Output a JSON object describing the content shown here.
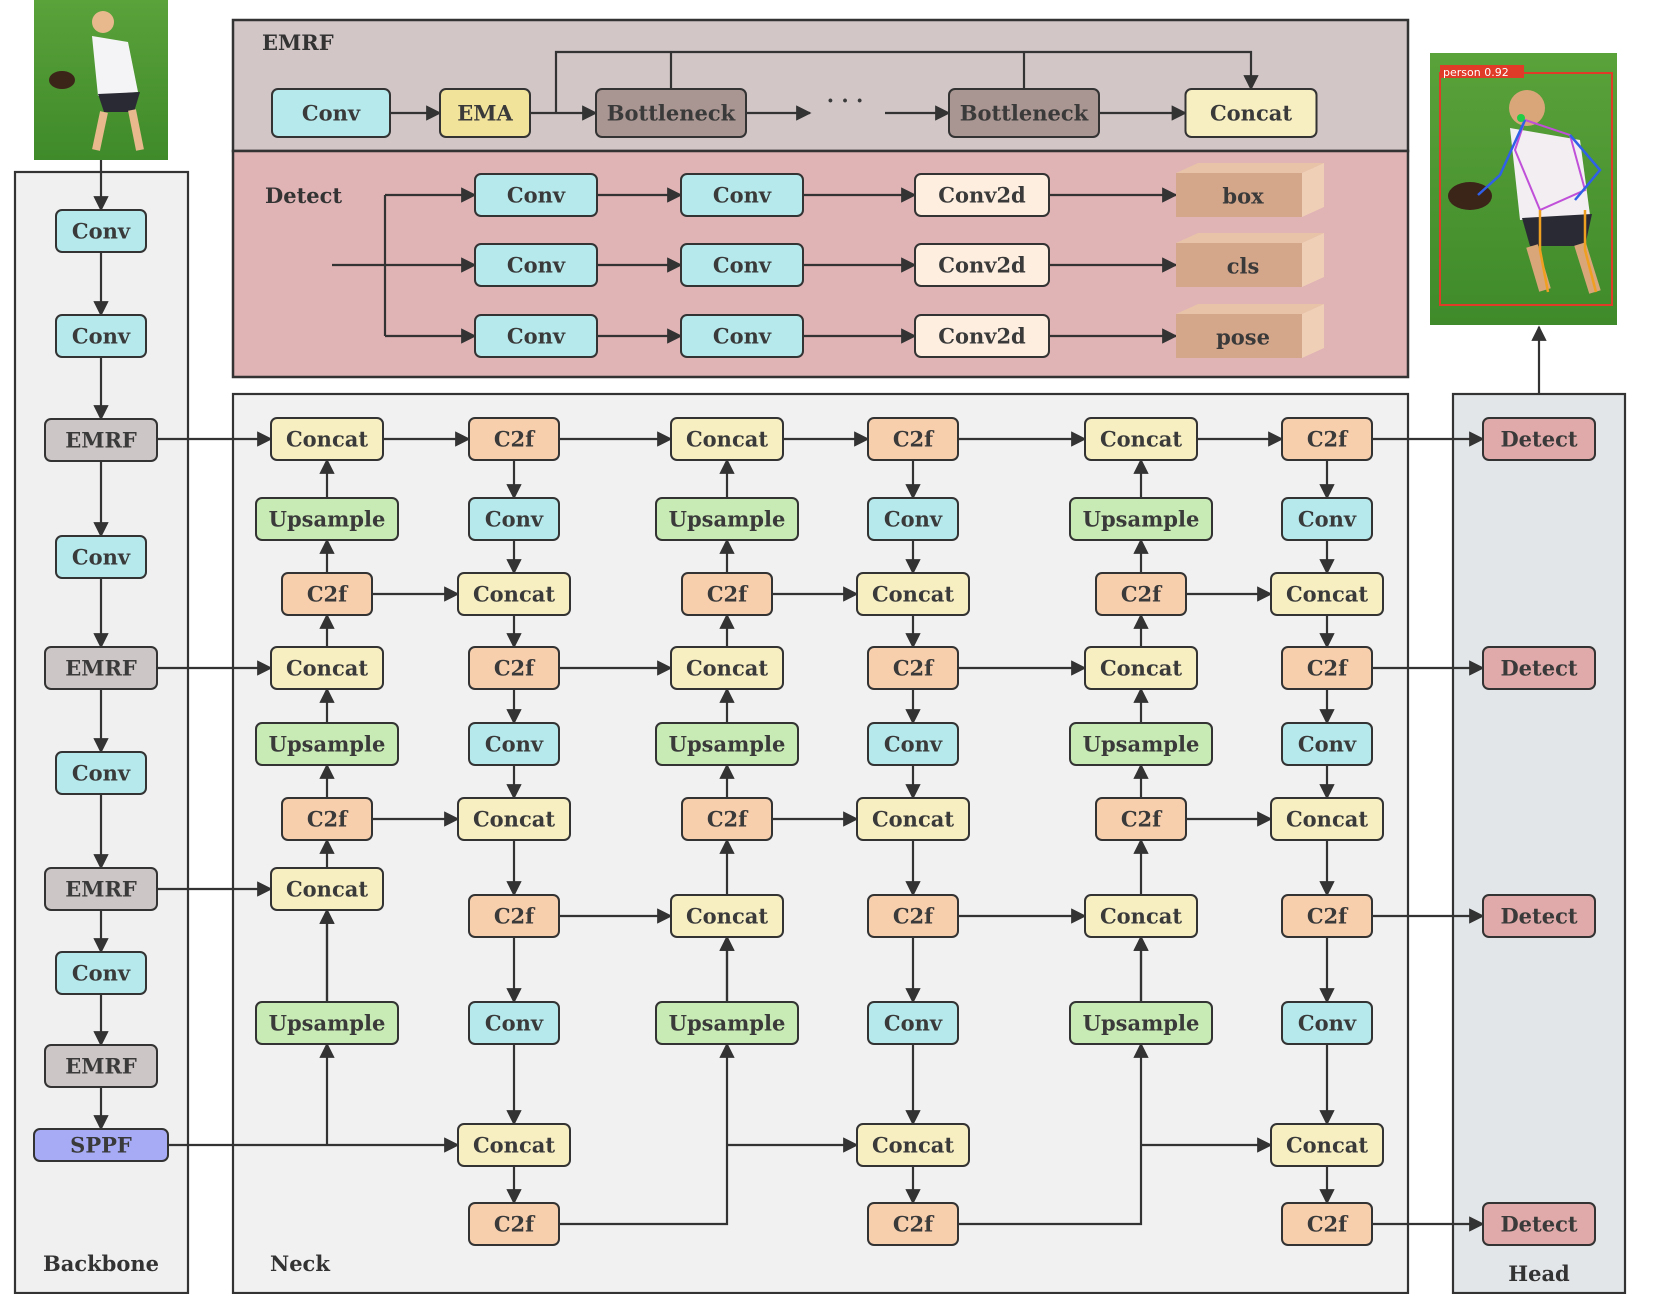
{
  "colors": {
    "conv": "#b5e9ec",
    "ema": "#f2e39a",
    "bottleneck": "#a99591",
    "concat": "#f7efc2",
    "conv2d": "#fdeee0",
    "c2f": "#f8cfad",
    "upsample": "#c8eab4",
    "emrf": "#cdc6c6",
    "sppf": "#a7abf5",
    "detect": "#dfaaa9",
    "output": "#d4a68a",
    "panel_emrf": "#d2c6c7",
    "panel_detect": "#e0b3b5",
    "panel_backbone": "#f1f0f0",
    "panel_neck": "#f1f1f1",
    "panel_head": "#e3e6e9",
    "line": "#333333"
  },
  "panels": {
    "emrf": "EMRF",
    "detect": "Detect",
    "backbone": "Backbone",
    "neck": "Neck",
    "head": "Head"
  },
  "ellipsis": "· · ·",
  "detection_label": "person 0.92",
  "blocks": [
    {
      "id": "emrf_conv",
      "label": "Conv",
      "t": "conv"
    },
    {
      "id": "emrf_ema",
      "label": "EMA",
      "t": "ema"
    },
    {
      "id": "emrf_bn1",
      "label": "Bottleneck",
      "t": "bottleneck"
    },
    {
      "id": "emrf_bn2",
      "label": "Bottleneck",
      "t": "bottleneck"
    },
    {
      "id": "emrf_concat",
      "label": "Concat",
      "t": "concat"
    },
    {
      "id": "det_conv_a1",
      "label": "Conv",
      "t": "conv"
    },
    {
      "id": "det_conv_b1",
      "label": "Conv",
      "t": "conv"
    },
    {
      "id": "det_c2d_1",
      "label": "Conv2d",
      "t": "conv2d"
    },
    {
      "id": "det_conv_a2",
      "label": "Conv",
      "t": "conv"
    },
    {
      "id": "det_conv_b2",
      "label": "Conv",
      "t": "conv"
    },
    {
      "id": "det_c2d_2",
      "label": "Conv2d",
      "t": "conv2d"
    },
    {
      "id": "det_conv_a3",
      "label": "Conv",
      "t": "conv"
    },
    {
      "id": "det_conv_b3",
      "label": "Conv",
      "t": "conv"
    },
    {
      "id": "det_c2d_3",
      "label": "Conv2d",
      "t": "conv2d"
    },
    {
      "id": "det_out_box",
      "label": "box",
      "t": "output"
    },
    {
      "id": "det_out_cls",
      "label": "cls",
      "t": "output"
    },
    {
      "id": "det_out_pose",
      "label": "pose",
      "t": "output"
    },
    {
      "id": "bb_conv1",
      "label": "Conv",
      "t": "conv"
    },
    {
      "id": "bb_conv2",
      "label": "Conv",
      "t": "conv"
    },
    {
      "id": "bb_emrf1",
      "label": "EMRF",
      "t": "emrf"
    },
    {
      "id": "bb_conv3",
      "label": "Conv",
      "t": "conv"
    },
    {
      "id": "bb_emrf2",
      "label": "EMRF",
      "t": "emrf"
    },
    {
      "id": "bb_conv4",
      "label": "Conv",
      "t": "conv"
    },
    {
      "id": "bb_emrf3",
      "label": "EMRF",
      "t": "emrf"
    },
    {
      "id": "bb_conv5",
      "label": "Conv",
      "t": "conv"
    },
    {
      "id": "bb_emrf4",
      "label": "EMRF",
      "t": "emrf"
    },
    {
      "id": "bb_sppf",
      "label": "SPPF",
      "t": "sppf"
    },
    {
      "id": "c0_r416",
      "label": "Concat",
      "t": "concat"
    },
    {
      "id": "c0_r491",
      "label": "Upsample",
      "t": "upsample"
    },
    {
      "id": "c0_r561",
      "label": "C2f",
      "t": "c2f"
    },
    {
      "id": "c0_r631",
      "label": "Concat",
      "t": "concat"
    },
    {
      "id": "c0_r703",
      "label": "Upsample",
      "t": "upsample"
    },
    {
      "id": "c0_r774",
      "label": "C2f",
      "t": "c2f"
    },
    {
      "id": "c0_r840",
      "label": "Concat",
      "t": "concat"
    },
    {
      "id": "c0_r967",
      "label": "Upsample",
      "t": "upsample"
    },
    {
      "id": "c1_r416",
      "label": "C2f",
      "t": "c2f"
    },
    {
      "id": "c1_r491",
      "label": "Conv",
      "t": "conv"
    },
    {
      "id": "c1_r561",
      "label": "Concat",
      "t": "concat"
    },
    {
      "id": "c1_r631",
      "label": "C2f",
      "t": "c2f"
    },
    {
      "id": "c1_r703",
      "label": "Conv",
      "t": "conv"
    },
    {
      "id": "c1_r774",
      "label": "Concat",
      "t": "concat"
    },
    {
      "id": "c1_r866",
      "label": "C2f",
      "t": "c2f"
    },
    {
      "id": "c1_r967",
      "label": "Conv",
      "t": "conv"
    },
    {
      "id": "c1_r1082",
      "label": "Concat",
      "t": "concat"
    },
    {
      "id": "c1_r1158",
      "label": "C2f",
      "t": "c2f"
    },
    {
      "id": "c2_r416",
      "label": "Concat",
      "t": "concat"
    },
    {
      "id": "c2_r491",
      "label": "Upsample",
      "t": "upsample"
    },
    {
      "id": "c2_r561",
      "label": "C2f",
      "t": "c2f"
    },
    {
      "id": "c2_r631",
      "label": "Concat",
      "t": "concat"
    },
    {
      "id": "c2_r703",
      "label": "Upsample",
      "t": "upsample"
    },
    {
      "id": "c2_r774",
      "label": "C2f",
      "t": "c2f"
    },
    {
      "id": "c2_r866",
      "label": "Concat",
      "t": "concat"
    },
    {
      "id": "c2_r967",
      "label": "Upsample",
      "t": "upsample"
    },
    {
      "id": "c3_r416",
      "label": "C2f",
      "t": "c2f"
    },
    {
      "id": "c3_r491",
      "label": "Conv",
      "t": "conv"
    },
    {
      "id": "c3_r561",
      "label": "Concat",
      "t": "concat"
    },
    {
      "id": "c3_r631",
      "label": "C2f",
      "t": "c2f"
    },
    {
      "id": "c3_r703",
      "label": "Conv",
      "t": "conv"
    },
    {
      "id": "c3_r774",
      "label": "Concat",
      "t": "concat"
    },
    {
      "id": "c3_r866",
      "label": "C2f",
      "t": "c2f"
    },
    {
      "id": "c3_r967",
      "label": "Conv",
      "t": "conv"
    },
    {
      "id": "c3_r1082",
      "label": "Concat",
      "t": "concat"
    },
    {
      "id": "c3_r1158",
      "label": "C2f",
      "t": "c2f"
    },
    {
      "id": "c4_r416",
      "label": "Concat",
      "t": "concat"
    },
    {
      "id": "c4_r491",
      "label": "Upsample",
      "t": "upsample"
    },
    {
      "id": "c4_r561",
      "label": "C2f",
      "t": "c2f"
    },
    {
      "id": "c4_r631",
      "label": "Concat",
      "t": "concat"
    },
    {
      "id": "c4_r703",
      "label": "Upsample",
      "t": "upsample"
    },
    {
      "id": "c4_r774",
      "label": "C2f",
      "t": "c2f"
    },
    {
      "id": "c4_r866",
      "label": "Concat",
      "t": "concat"
    },
    {
      "id": "c4_r967",
      "label": "Upsample",
      "t": "upsample"
    },
    {
      "id": "c5_r416",
      "label": "C2f",
      "t": "c2f"
    },
    {
      "id": "c5_r491",
      "label": "Conv",
      "t": "conv"
    },
    {
      "id": "c5_r561",
      "label": "Concat",
      "t": "concat"
    },
    {
      "id": "c5_r631",
      "label": "C2f",
      "t": "c2f"
    },
    {
      "id": "c5_r703",
      "label": "Conv",
      "t": "conv"
    },
    {
      "id": "c5_r774",
      "label": "Concat",
      "t": "concat"
    },
    {
      "id": "c5_r866",
      "label": "C2f",
      "t": "c2f"
    },
    {
      "id": "c5_r967",
      "label": "Conv",
      "t": "conv"
    },
    {
      "id": "c5_r1082",
      "label": "Concat",
      "t": "concat"
    },
    {
      "id": "c5_r1158",
      "label": "C2f",
      "t": "c2f"
    },
    {
      "id": "head_det1",
      "label": "Detect",
      "t": "detect"
    },
    {
      "id": "head_det2",
      "label": "Detect",
      "t": "detect"
    },
    {
      "id": "head_det3",
      "label": "Detect",
      "t": "detect"
    },
    {
      "id": "head_det4",
      "label": "Detect",
      "t": "detect"
    }
  ]
}
